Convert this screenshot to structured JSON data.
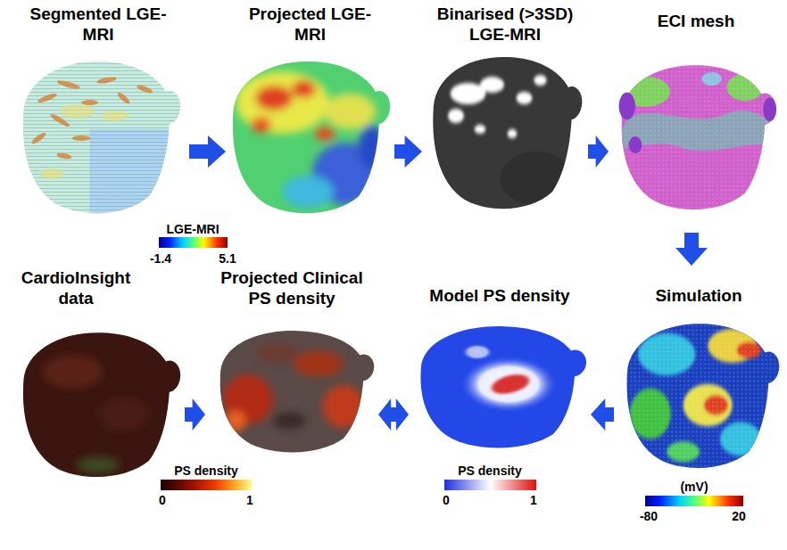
{
  "diagram": {
    "nodes": [
      {
        "text": [
          "Segmented LGE-MRI"
        ]
      },
      {
        "text": [
          "Projected LGE-MRI"
        ]
      },
      {
        "text": [
          "Binarised (>3SD) LGE-MRI"
        ]
      },
      {
        "text": [
          "ECI mesh"
        ]
      },
      {
        "text": [
          "CardioInsight data"
        ]
      },
      {
        "text": [
          "Projected Clinical PS density"
        ]
      },
      {
        "text": [
          "Model PS density"
        ]
      },
      {
        "text": [
          "Simulation"
        ]
      }
    ],
    "edges": [
      {
        "from": 0,
        "to": 1,
        "arrow": "to"
      },
      {
        "from": 1,
        "to": 2,
        "arrow": "to"
      },
      {
        "from": 2,
        "to": 3,
        "arrow": "to"
      },
      {
        "from": 3,
        "to": 7,
        "arrow": "to"
      },
      {
        "from": 7,
        "to": 6,
        "arrow": "to"
      },
      {
        "from": 6,
        "to": 5,
        "arrow": "both"
      },
      {
        "from": 4,
        "to": 5,
        "arrow": "to"
      }
    ],
    "labels": [
      "LGE-MRI",
      "-1.4",
      "5.1",
      "PS density",
      "0",
      "1",
      "PS density",
      "0",
      "1",
      "(mV)",
      "-80",
      "20"
    ]
  }
}
